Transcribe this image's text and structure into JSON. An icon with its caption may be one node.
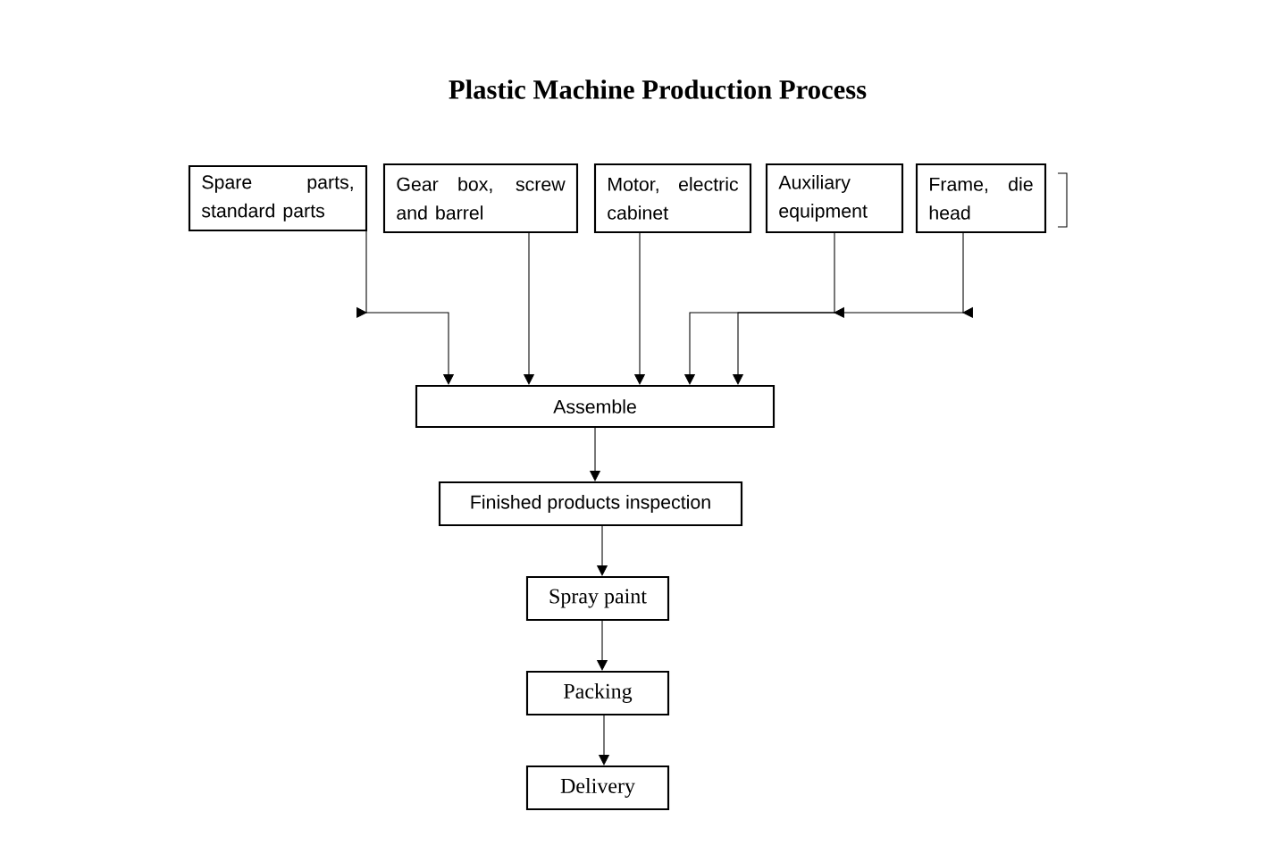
{
  "diagram": {
    "title": "Plastic Machine Production Process",
    "nodes": [
      {
        "text": [
          "Spare parts, standard parts"
        ]
      },
      {
        "text": [
          "Gear box, screw and barrel"
        ]
      },
      {
        "text": [
          "Motor, electric cabinet"
        ]
      },
      {
        "text": [
          "Auxiliary equipment"
        ]
      },
      {
        "text": [
          "Frame, die head"
        ]
      },
      {
        "text": [
          "Assemble"
        ]
      },
      {
        "text": [
          "Finished products inspection"
        ]
      },
      {
        "text": [
          "Spray paint"
        ]
      },
      {
        "text": [
          "Packing"
        ]
      },
      {
        "text": [
          "Delivery"
        ]
      }
    ],
    "edges": [
      {
        "from": 0,
        "to": 5,
        "arrow": "to"
      },
      {
        "from": 1,
        "to": 5,
        "arrow": "to"
      },
      {
        "from": 2,
        "to": 5,
        "arrow": "to"
      },
      {
        "from": 3,
        "to": 5,
        "arrow": "to"
      },
      {
        "from": 4,
        "to": 5,
        "arrow": "to"
      },
      {
        "from": 5,
        "to": 6,
        "arrow": "to"
      },
      {
        "from": 6,
        "to": 7,
        "arrow": "to"
      },
      {
        "from": 7,
        "to": 8,
        "arrow": "to"
      },
      {
        "from": 8,
        "to": 9,
        "arrow": "to"
      }
    ]
  }
}
